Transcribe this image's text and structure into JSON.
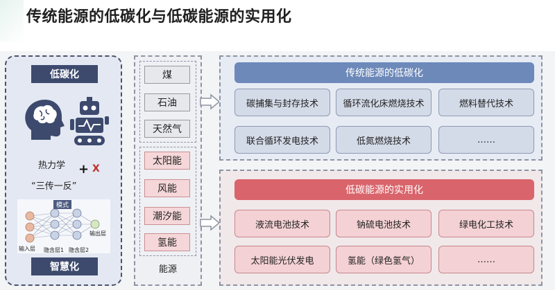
{
  "title": "传统能源的低碳化与低碳能源的实用化",
  "left_panel": {
    "top_tag": "低碳化",
    "bottom_tag": "智慧化",
    "thermo_label": "热力学",
    "plus": "+",
    "x": "X",
    "quote": "“三传一反”",
    "nn": {
      "mode": "模式",
      "input": "输入层",
      "hidden1": "隐含层1",
      "hidden2": "隐含层2",
      "output": "输出层"
    }
  },
  "energy": {
    "traditional": [
      "煤",
      "石油",
      "天然气"
    ],
    "low_carbon": [
      "太阳能",
      "风能",
      "潮汐能",
      "氢能"
    ],
    "footer": "能源"
  },
  "sections": {
    "traditional": {
      "header": "传统能源的低碳化",
      "items": [
        "碳捕集与封存技术",
        "循环流化床燃烧技术",
        "燃料替代技术",
        "联合循环发电技术",
        "低氮燃烧技术",
        "……"
      ]
    },
    "low_carbon": {
      "header": "低碳能源的实用化",
      "items": [
        "液流电池技术",
        "钠硫电池技术",
        "绿电化工技术",
        "太阳能光伏发电",
        "氢能（绿色氢气）",
        "……"
      ]
    }
  },
  "colors": {
    "dark_tag": "#3d4a6e",
    "blue_header": "#6d89b9",
    "pink_header": "#d9646b"
  }
}
